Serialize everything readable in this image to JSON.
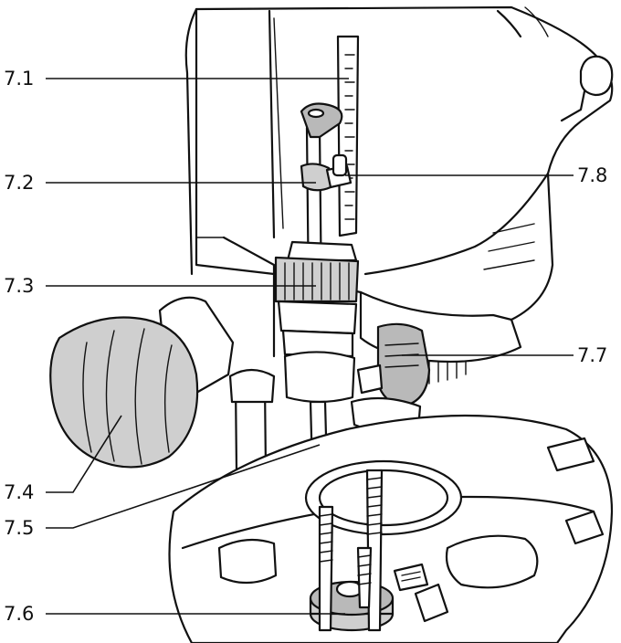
{
  "callouts": [
    {
      "id": "7.1",
      "label": "7.1"
    },
    {
      "id": "7.2",
      "label": "7.2"
    },
    {
      "id": "7.3",
      "label": "7.3"
    },
    {
      "id": "7.4",
      "label": "7.4"
    },
    {
      "id": "7.5",
      "label": "7.5"
    },
    {
      "id": "7.6",
      "label": "7.6"
    },
    {
      "id": "7.7",
      "label": "7.7"
    },
    {
      "id": "7.8",
      "label": "7.8"
    }
  ],
  "colors": {
    "line": "#111111",
    "part_fill": "#cfcfcf",
    "background": "#ffffff"
  }
}
